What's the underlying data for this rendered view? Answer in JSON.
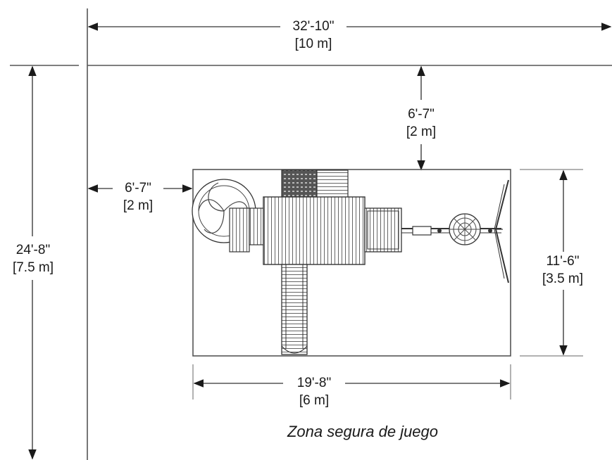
{
  "dimensions": {
    "overall_width": {
      "imperial": "32'-10\"",
      "metric": "[10 m]"
    },
    "overall_depth": {
      "imperial": "24'-8\"",
      "metric": "[7.5 m]"
    },
    "top_clearance": {
      "imperial": "6'-7\"",
      "metric": "[2 m]"
    },
    "left_clearance": {
      "imperial": "6'-7\"",
      "metric": "[2 m]"
    },
    "equipment_depth": {
      "imperial": "11'-6\"",
      "metric": "[3.5 m]"
    },
    "equipment_width": {
      "imperial": "19'-8\"",
      "metric": "[6 m]"
    }
  },
  "caption": "Zona segura de juego"
}
